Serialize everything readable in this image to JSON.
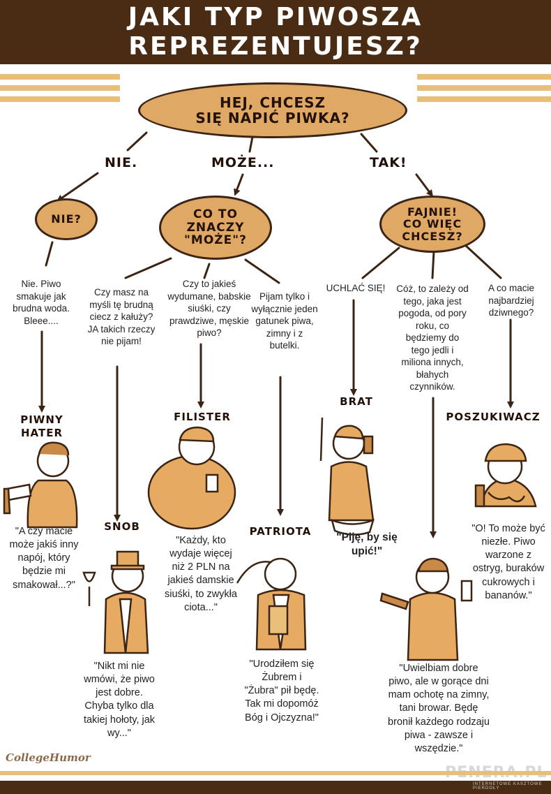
{
  "title": {
    "line1": "JAKI TYP PIWOSZA",
    "line2": "REPREZENTUJESZ?"
  },
  "start": {
    "line1": "HEJ, CHCESZ",
    "line2": "SIĘ NAPIĆ PIWKA?"
  },
  "branches": {
    "no": "NIE.",
    "maybe": "MOŻE...",
    "yes": "TAK!"
  },
  "nodes": {
    "no": "NIE?",
    "maybe": {
      "line1": "CO TO",
      "line2": "ZNACZY",
      "line3": "\"MOŻE\"?"
    },
    "yes": {
      "line1": "FAJNIE!",
      "line2": "CO WIĘC",
      "line3": "CHCESZ?"
    }
  },
  "questions": {
    "hater": "Nie. Piwo smakuje jak brudna woda. Bleee....",
    "snob": "Czy masz na myśli tę brudną ciecz z kałuży? JA takich rzeczy nie pijam!",
    "filister": "Czy to jakieś wydumane, babskie siuśki, czy prawdziwe, męskie piwo?",
    "patriota": "Pijam tylko i wyłącznie jeden gatunek piwa, zimny i z butelki.",
    "brat": "UCHLAĆ SIĘ!",
    "wieloryb": "Cóż, to zależy od tego, jaka jest pogoda, od pory roku, co będziemy do tego jedli i miliona innych, błahych czynników.",
    "poszukiwacz": "A co macie najbardziej dziwnego?"
  },
  "types": {
    "hater": {
      "line1": "PIWNY",
      "line2": "HATER"
    },
    "snob": "SNOB",
    "filister": "FILISTER",
    "patriota": "PATRIOTA",
    "brat": "BRAT",
    "poszukiwacz": "POSZUKIWACZ"
  },
  "quotes": {
    "hater": "\"A czy macie może jakiś inny napój, który będzie mi smakował...?\"",
    "snob": "\"Nikt mi nie wmówi, że piwo jest dobre. Chyba tylko dla takiej hołoty, jak wy...\"",
    "filister": "\"Każdy, kto wydaje więcej niż 2 PLN na jakieś damskie siuśki, to zwykła ciota...\"",
    "patriota": "\"Urodziłem się Żubrem i \"Żubra\" pił będę. Tak mi dopomóż Bóg i Ojczyzna!\"",
    "brat": "\"Piję, by się upić!\"",
    "wieloryb": "\"Uwielbiam dobre piwo, ale w gorące dni mam ochotę na zimny, tani browar. Będę bronił każdego rodzaju piwa - zawsze i wszędzie.\"",
    "poszukiwacz": "\"O! To może być niezłe. Piwo warzone z ostryg, buraków cukrowych i bananów.\""
  },
  "footer": {
    "brand": "CollegeHumor",
    "watermark": "PENERA.PL",
    "watermark_sub": "INTERNETOWE KASZTOWE PIERDOŁY"
  },
  "colors": {
    "dark_brown": "#4a2c14",
    "oval_fill": "#e0a865",
    "stripe": "#e9be7a",
    "shirt": "#e6aa62"
  }
}
